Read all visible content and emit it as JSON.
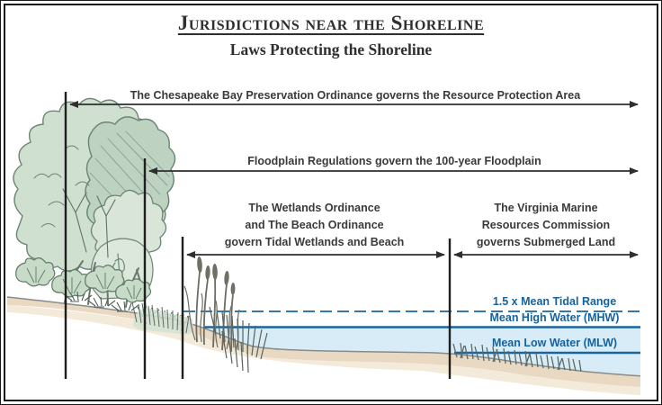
{
  "header": {
    "title": "Jurisdictions near the Shoreline",
    "subtitle": "Laws Protecting the Shoreline"
  },
  "zones": [
    {
      "id": "resource-protection-area",
      "label": "The Chesapeake Bay Preservation Ordinance governs the Resource Protection Area"
    },
    {
      "id": "floodplain",
      "label": "Floodplain Regulations govern the 100-year Floodplain"
    },
    {
      "id": "tidal-wetlands-beach",
      "lines": [
        "The Wetlands Ordinance",
        "and The Beach Ordinance",
        "govern Tidal Wetlands and Beach"
      ]
    },
    {
      "id": "submerged-land",
      "lines": [
        "The Virginia Marine",
        "Resources Commission",
        "governs Submerged Land"
      ]
    }
  ],
  "water_levels": [
    {
      "label": "1.5 x Mean Tidal Range",
      "line_style": "dashed"
    },
    {
      "label": "Mean High Water (MHW)",
      "line_style": "solid"
    },
    {
      "label": "Mean Low Water (MLW)",
      "line_style": "solid"
    }
  ],
  "colors": {
    "water_line_blue": "#1a649e",
    "tidal_range_dashed_blue": "#3579ab",
    "water_fill": "#d8ecf8",
    "sand_fill": "#e9d9c3",
    "foliage_fill": "#d0e0d0",
    "foliage_outline": "#6b8573",
    "text_dark": "#3a3a3a",
    "frame_black": "#1a1a1a"
  }
}
